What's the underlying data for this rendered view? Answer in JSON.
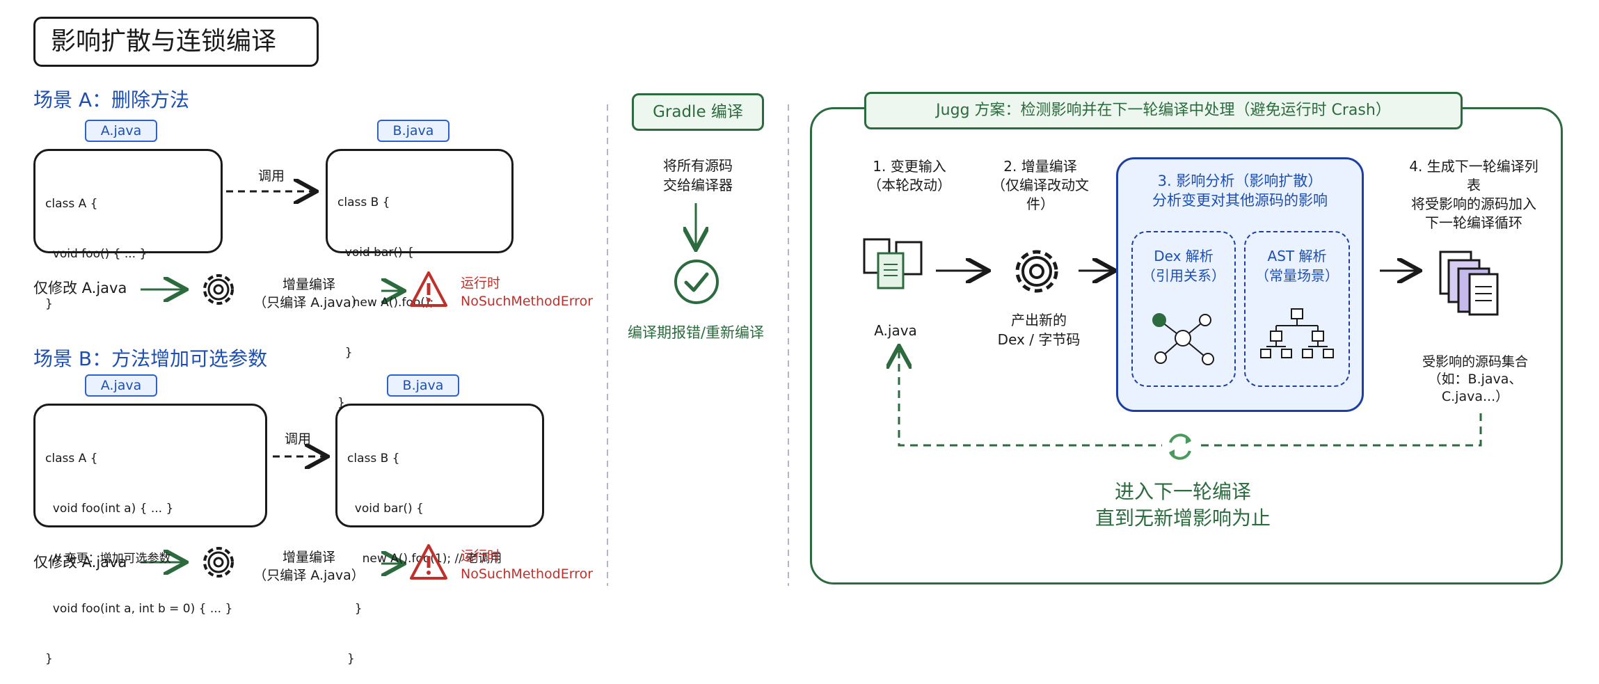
{
  "title": "影响扩散与连锁编译",
  "scenario_a": {
    "heading": "场景 A：删除方法",
    "file_a_tag": "A.java",
    "file_b_tag": "B.java",
    "code_a": [
      "class A {",
      "  void foo() { ... }",
      "}"
    ],
    "code_b": [
      "class B {",
      "  void bar() {",
      "    new A().foo();",
      "  }",
      "}"
    ],
    "call_label": "调用",
    "modify_label": "仅修改 A.java",
    "compile_label": [
      "增量编译",
      "（只编译 A.java）"
    ],
    "error_label": [
      "运行时",
      "NoSuchMethodError"
    ]
  },
  "scenario_b": {
    "heading": "场景 B：方法增加可选参数",
    "file_a_tag": "A.java",
    "file_b_tag": "B.java",
    "code_a": [
      "class A {",
      "  void foo(int a) { ... }",
      "  // 变更：增加可选参数",
      "  void foo(int a, int b = 0) { ... }",
      "}"
    ],
    "code_b": [
      "class B {",
      "  void bar() {",
      "    new A().foo(1); // 老调用",
      "  }",
      "}"
    ],
    "call_label": "调用",
    "modify_label": "仅修改 A.java",
    "compile_label": [
      "增量编译",
      "（只编译 A.java）"
    ],
    "error_label": [
      "运行时",
      "NoSuchMethodError"
    ]
  },
  "gradle": {
    "title": "Gradle 编译",
    "desc": [
      "将所有源码",
      "交给编译器"
    ],
    "result": "编译期报错/重新编译"
  },
  "jugg": {
    "title": "Jugg 方案：检测影响并在下一轮编译中处理（避免运行时 Crash）",
    "step1": [
      "1. 变更输入",
      "（本轮改动）"
    ],
    "step1_file": "A.java",
    "step2": [
      "2. 增量编译",
      "（仅编译改动文",
      "件）"
    ],
    "step2_output": [
      "产出新的",
      "Dex / 字节码"
    ],
    "step3": [
      "3. 影响分析（影响扩散）",
      "分析变更对其他源码的影响"
    ],
    "dex": [
      "Dex 解析",
      "（引用关系）"
    ],
    "ast": [
      "AST 解析",
      "（常量场景）"
    ],
    "step4": [
      "4. 生成下一轮编译列",
      "表",
      "将受影响的源码加入",
      "下一轮编译循环"
    ],
    "affected": [
      "受影响的源码集合",
      "（如：B.java、",
      "C.java...）"
    ],
    "loop": [
      "进入下一轮编译",
      "直到无新增影响为止"
    ]
  },
  "colors": {
    "green": "#2c6b3e",
    "blue": "#1d4fb3",
    "red": "#c0302b",
    "dark": "#1a1a1a"
  }
}
